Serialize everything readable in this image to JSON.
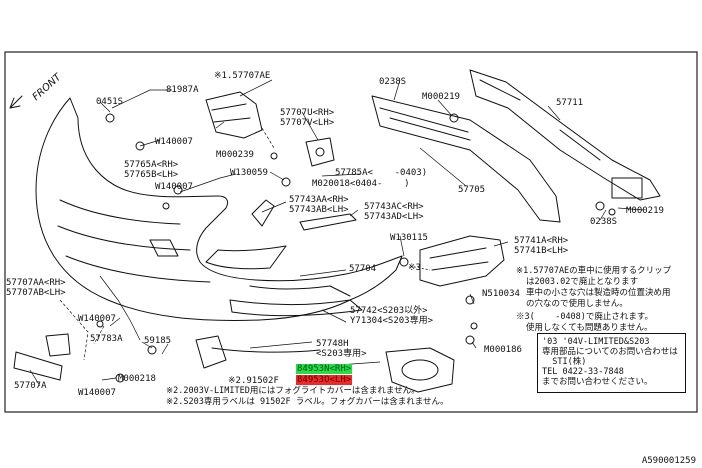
{
  "diagram": {
    "front_label": "FRONT",
    "figure_code": "A590001259",
    "parts": [
      {
        "id": "p1",
        "text": "※1.57707AE"
      },
      {
        "id": "p2",
        "text": "81987A"
      },
      {
        "id": "p3",
        "text": "0451S"
      },
      {
        "id": "p4",
        "text": "W140007"
      },
      {
        "id": "p5",
        "text": "M000239"
      },
      {
        "id": "p6",
        "text": "57765A<RH>"
      },
      {
        "id": "p7",
        "text": "57765B<LH>"
      },
      {
        "id": "p8",
        "text": "W140007"
      },
      {
        "id": "p9",
        "text": "W130059"
      },
      {
        "id": "p10",
        "text": "57707U<RH>"
      },
      {
        "id": "p11",
        "text": "57707V<LH>"
      },
      {
        "id": "p12",
        "text": "57785A<    -0403)"
      },
      {
        "id": "p13",
        "text": "M020018<0404-    )"
      },
      {
        "id": "p14",
        "text": "0238S"
      },
      {
        "id": "p15",
        "text": "M000219"
      },
      {
        "id": "p16",
        "text": "57711"
      },
      {
        "id": "p17",
        "text": "57705"
      },
      {
        "id": "p18",
        "text": "0238S"
      },
      {
        "id": "p19",
        "text": "M000219"
      },
      {
        "id": "p20",
        "text": "57743AA<RH>"
      },
      {
        "id": "p21",
        "text": "57743AB<LH>"
      },
      {
        "id": "p22",
        "text": "57743AC<RH>"
      },
      {
        "id": "p23",
        "text": "57743AD<LH>"
      },
      {
        "id": "p24",
        "text": "W130115"
      },
      {
        "id": "p25",
        "text": "57741A<RH>"
      },
      {
        "id": "p26",
        "text": "57741B<LH>"
      },
      {
        "id": "p27",
        "text": "57704"
      },
      {
        "id": "p28",
        "text": "※3"
      },
      {
        "id": "p29",
        "text": "57707AA<RH>"
      },
      {
        "id": "p30",
        "text": "57707AB<LH>"
      },
      {
        "id": "p31",
        "text": "N510034"
      },
      {
        "id": "p32",
        "text": "57742<S203以外>"
      },
      {
        "id": "p33",
        "text": "Y71304<S203専用>"
      },
      {
        "id": "p34",
        "text": "W140007"
      },
      {
        "id": "p35",
        "text": "57783A"
      },
      {
        "id": "p36",
        "text": "59185"
      },
      {
        "id": "p37",
        "text": "57748H"
      },
      {
        "id": "p38",
        "text": "<S203専用>"
      },
      {
        "id": "p39",
        "text": "M000186"
      },
      {
        "id": "p40",
        "text": "M000218"
      },
      {
        "id": "p41",
        "text": "57707A"
      },
      {
        "id": "p42",
        "text": "W140007"
      },
      {
        "id": "p43",
        "text": "※2.91502F"
      },
      {
        "id": "p44",
        "text": "84953N<RH>"
      },
      {
        "id": "p45",
        "text": "84953O<LH>"
      }
    ],
    "note_lines": [
      "※1.57707AEの車中に使用するクリップ",
      "は2003.02で廃止となります",
      "車中の小さな穴は製造時の位置決め用",
      "の穴なので使用しません。",
      "※3(    -0408)で廃止されます。",
      "使用しなくても問題ありません。"
    ],
    "box_lines": [
      "'03 '04V-LIMITED&S203",
      "専用部品についてのお問い合わせは",
      "  STI(株)",
      "TEL 0422-33-7848",
      "までお問い合わせください。"
    ],
    "foot_lines": [
      "※2.2003V-LIMITED用にはフォグライトカバーは含まれません。",
      "※2.S203専用ラベルは 91502F ラベル。フォグカバーは含まれません。"
    ]
  }
}
